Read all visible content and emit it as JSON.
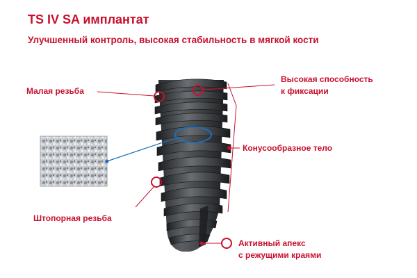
{
  "header": {
    "title": "TS IV SA имплантат",
    "subtitle": "Улучшенный контроль, высокая стабильность в мягкой кости"
  },
  "callouts": {
    "small_thread": "Малая резьба",
    "high_fixation_line1": "Высокая способность",
    "high_fixation_line2": "к фиксации",
    "tapered_body": "Конусообразное тело",
    "corkscrew_thread": "Штопорная резьба",
    "active_apex_line1": "Активный апекс",
    "active_apex_line2": "с режущими краями"
  },
  "colors": {
    "accent": "#c8102e",
    "link_blue": "#1f6fb5",
    "implant_dark": "#3a3d40"
  }
}
